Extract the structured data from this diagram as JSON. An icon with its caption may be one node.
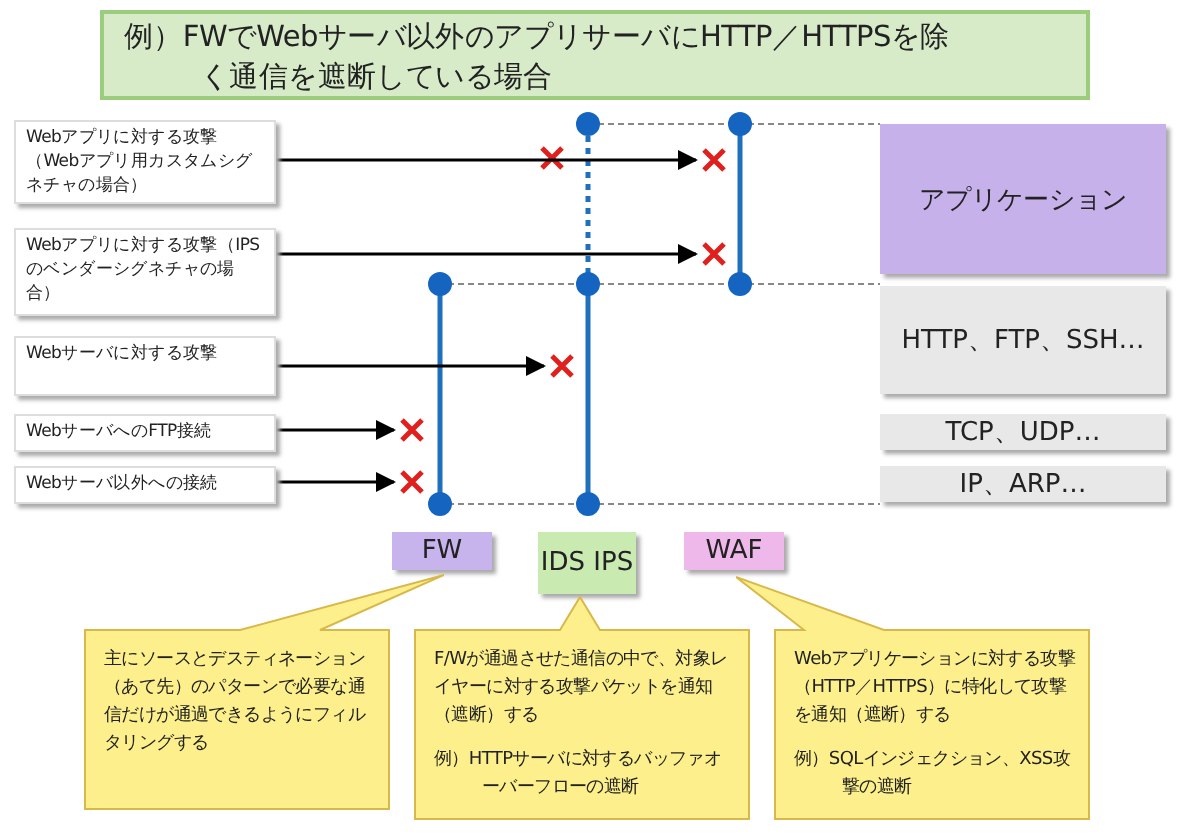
{
  "diagram": {
    "title": "例）FWでWebサーバ以外のアプリサーバにHTTP／HTTPSを除く通信を遮断している場合",
    "nodes": [
      {
        "text": [
          "Webアプリに対する攻撃（Webアプリ用カスタムシグネチャの場合）"
        ]
      },
      {
        "text": [
          "Webアプリに対する攻撃（IPSのベンダーシグネチャの場合）"
        ]
      },
      {
        "text": [
          "Webサーバに対する攻撃"
        ]
      },
      {
        "text": [
          "WebサーバへのFTP接続"
        ]
      },
      {
        "text": [
          "Webサーバ以外への接続"
        ]
      },
      {
        "text": [
          "アプリケーション"
        ]
      },
      {
        "text": [
          "HTTP、FTP、SSH…"
        ]
      },
      {
        "text": [
          "TCP、UDP…"
        ]
      },
      {
        "text": [
          "IP、ARP…"
        ]
      },
      {
        "text": [
          "FW"
        ]
      },
      {
        "text": [
          "IDS IPS"
        ]
      },
      {
        "text": [
          "WAF"
        ]
      },
      {
        "text": [
          "主にソースとデスティネーション（あて先）のパターンで必要な通信だけが通過できるようにフィルタリングする"
        ]
      },
      {
        "text": [
          "F/Wが通過させた通信の中で、対象レイヤーに対する攻撃パケットを通知（遮断）する",
          "例）HTTPサーバに対するバッファオーバーフローの遮断"
        ]
      },
      {
        "text": [
          "Webアプリケーションに対する攻撃（HTTP／HTTPS）に特化して攻撃を通知（遮断）する",
          "例）SQLインジェクション、XSS攻撃の遮断"
        ]
      },
      {
        "text": [],
        "shape": "cross"
      },
      {
        "text": [],
        "shape": "cross"
      },
      {
        "text": [],
        "shape": "cross"
      },
      {
        "text": [],
        "shape": "cross"
      },
      {
        "text": [],
        "shape": "cross"
      }
    ],
    "edges": [
      {
        "from": 0,
        "to": 15,
        "arrow": "to"
      },
      {
        "from": 1,
        "to": 16,
        "arrow": "to"
      },
      {
        "from": 2,
        "to": 17,
        "arrow": "to"
      },
      {
        "from": 3,
        "to": 18,
        "arrow": "to"
      },
      {
        "from": 4,
        "to": 19,
        "arrow": "to"
      }
    ]
  }
}
